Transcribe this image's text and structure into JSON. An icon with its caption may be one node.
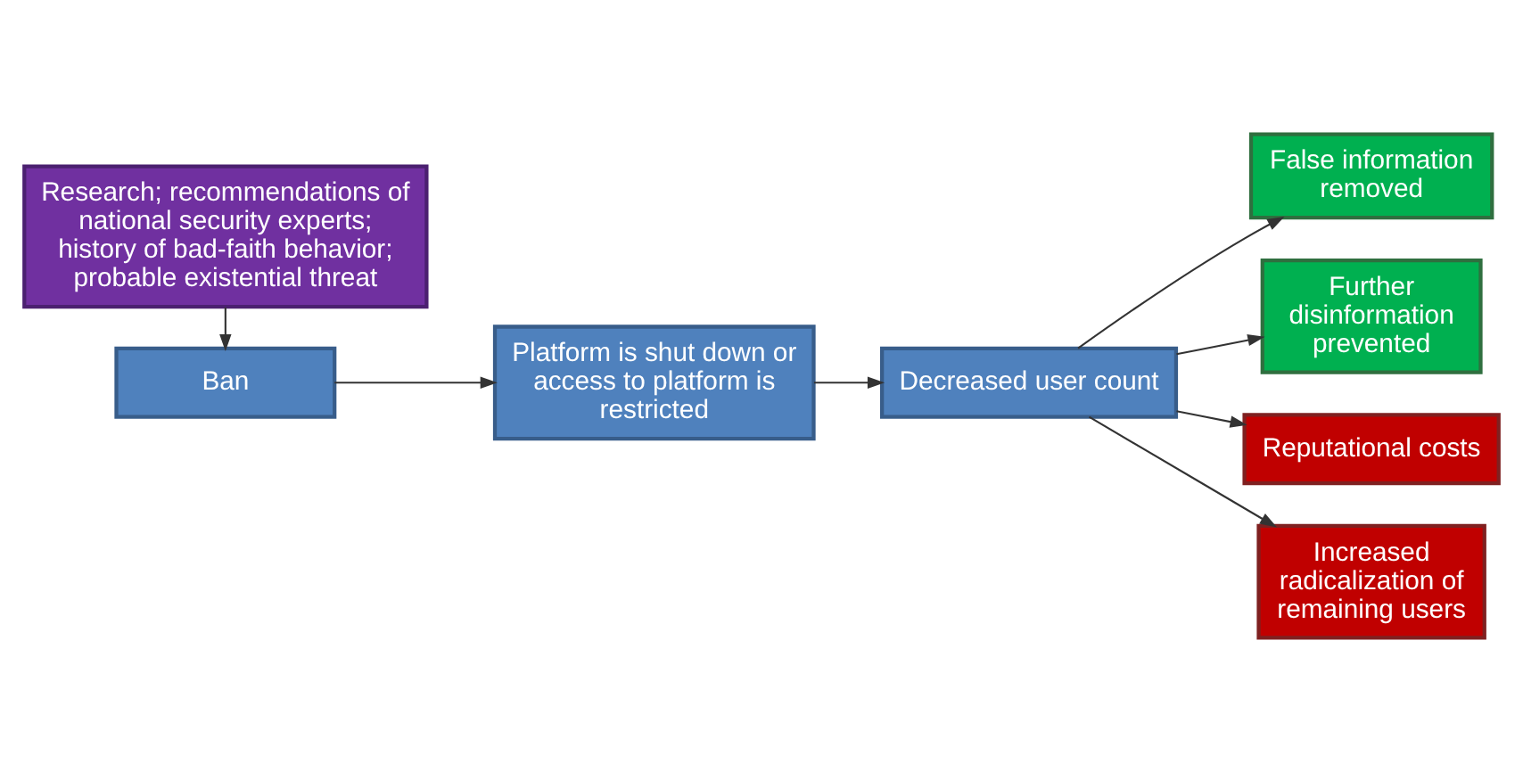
{
  "diagram": {
    "nodes": [
      {
        "text": [
          "Ban"
        ]
      },
      {
        "text": [
          "Platform is shut down or access to platform is restricted"
        ]
      },
      {
        "text": [
          "Decreased user count"
        ]
      },
      {
        "text": [
          "False information removed"
        ]
      },
      {
        "text": [
          "Further disinformation prevented"
        ]
      },
      {
        "text": [
          "Reputational costs"
        ]
      },
      {
        "text": [
          "Increased radicalization of remaining users"
        ]
      },
      {
        "text": [
          "Research; recommendations of national security experts; history of bad-faith behavior; probable existential threat"
        ]
      }
    ],
    "edges": [
      {
        "from": 7,
        "to": 0,
        "arrow": "to"
      },
      {
        "from": 0,
        "to": 1,
        "arrow": "to"
      },
      {
        "from": 1,
        "to": 2,
        "arrow": "to"
      },
      {
        "from": 2,
        "to": 3,
        "arrow": "to"
      },
      {
        "from": 2,
        "to": 4,
        "arrow": "to"
      },
      {
        "from": 2,
        "to": 5,
        "arrow": "to"
      },
      {
        "from": 2,
        "to": 6,
        "arrow": "to"
      }
    ]
  }
}
